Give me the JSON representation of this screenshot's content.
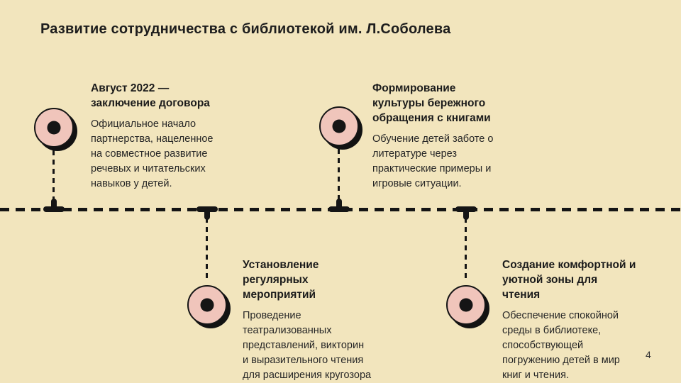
{
  "slide": {
    "title": "Развитие сотрудничества с библиотекой им. Л.Соболева",
    "page_number": "4",
    "colors": {
      "background": "#F2E5BD",
      "node_fill": "#F0C5BB",
      "line_black": "#151515",
      "title_text": "#1D1D1D",
      "body_text": "#262626"
    },
    "icons": [
      "timeline-node-donut-icon",
      "timeline-tick-icon"
    ],
    "timeline": {
      "orientation": "horizontal-dashed",
      "milestones": [
        {
          "position": "above",
          "title": "Август 2022 —\nзаключение договора",
          "description": "Официальное начало\nпартнерства, нацеленное\nна совместное развитие\nречевых и читательских\nнавыков у детей."
        },
        {
          "position": "below",
          "title": "Установление\nрегулярных\nмероприятий",
          "description": "Проведение\nтеатрализованных\nпредставлений, викторин\nи выразительного чтения\nдля расширения кругозора"
        },
        {
          "position": "above",
          "title": "Формирование\nкультуры бережного\nобращения с книгами",
          "description": "Обучение детей заботе о\nлитературе через\nпрактические примеры и\nигровые ситуации."
        },
        {
          "position": "below",
          "title": "Создание комфортной и\nуютной зоны для\nчтения",
          "description": "Обеспечение спокойной\nсреды в библиотеке,\nспособствующей\nпогружению детей в мир\nкниг и чтения."
        }
      ]
    }
  }
}
